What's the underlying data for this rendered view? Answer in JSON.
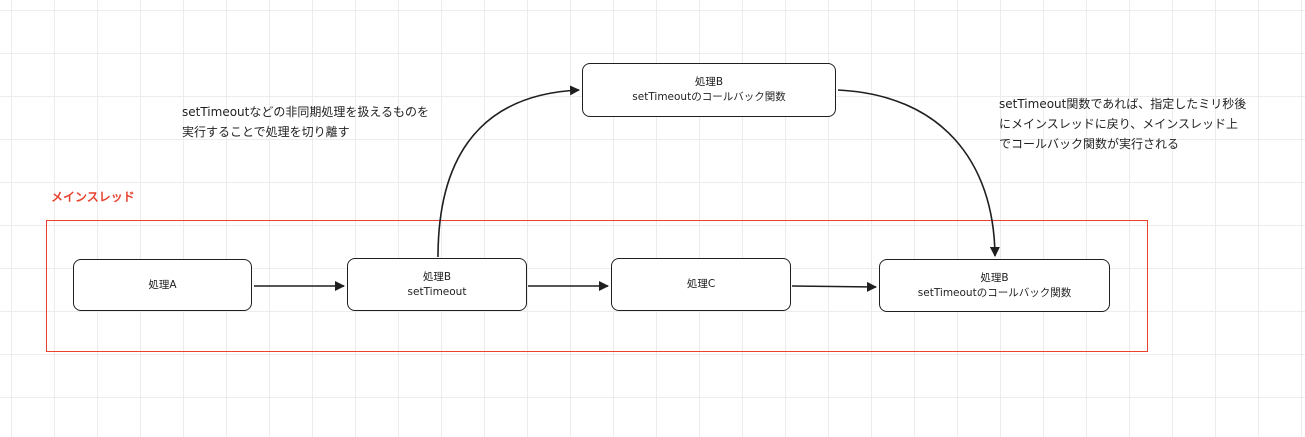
{
  "lane": {
    "label": "メインスレッド",
    "color": "#e8412e"
  },
  "nodes": {
    "process_a": {
      "line1": "処理A"
    },
    "process_b_settimeout": {
      "line1": "処理B",
      "line2": "setTimeout"
    },
    "process_c": {
      "line1": "処理C"
    },
    "process_b_callback_main": {
      "line1": "処理B",
      "line2": "setTimeoutのコールバック関数"
    },
    "process_b_callback_async": {
      "line1": "処理B",
      "line2": "setTimeoutのコールバック関数"
    }
  },
  "notes": {
    "async_note": {
      "line1": "setTimeoutなどの非同期処理を扱えるものを",
      "line2": "実行することで処理を切り離す"
    },
    "return_note": {
      "line1": "setTimeout関数であれば、指定したミリ秒後",
      "line2": "にメインスレッドに戻り、メインスレッド上",
      "line3": "でコールバック関数が実行される"
    }
  },
  "edges": [
    {
      "from": "process_a",
      "to": "process_b_settimeout"
    },
    {
      "from": "process_b_settimeout",
      "to": "process_c"
    },
    {
      "from": "process_c",
      "to": "process_b_callback_main"
    },
    {
      "from": "process_b_settimeout",
      "to": "process_b_callback_async"
    },
    {
      "from": "process_b_callback_async",
      "to": "process_b_callback_main"
    }
  ]
}
